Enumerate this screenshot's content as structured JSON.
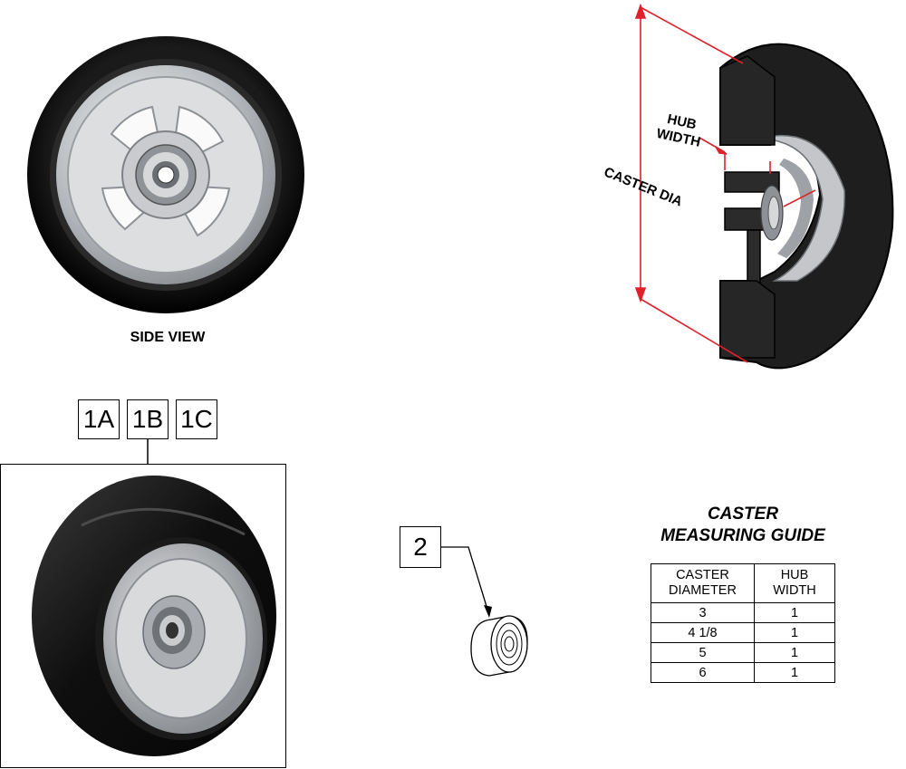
{
  "side_view": {
    "label": "SIDE VIEW"
  },
  "dimension": {
    "hub_width": [
      "HUB",
      "WIDTH"
    ],
    "caster_dia": "CASTER DIA"
  },
  "callouts": [
    "1A",
    "1B",
    "1C",
    "2"
  ],
  "guide": {
    "title_lines": [
      "CASTER",
      "MEASURING GUIDE"
    ],
    "headers": [
      [
        "CASTER",
        "DIAMETER"
      ],
      [
        "HUB",
        "WIDTH"
      ]
    ],
    "rows": [
      [
        "3",
        "1"
      ],
      [
        "4 1/8",
        "1"
      ],
      [
        "5",
        "1"
      ],
      [
        "6",
        "1"
      ]
    ]
  },
  "colors": {
    "dimension_line": "#e0202a",
    "tire": "#0d0d0d",
    "rim": "#c4c6c9"
  }
}
